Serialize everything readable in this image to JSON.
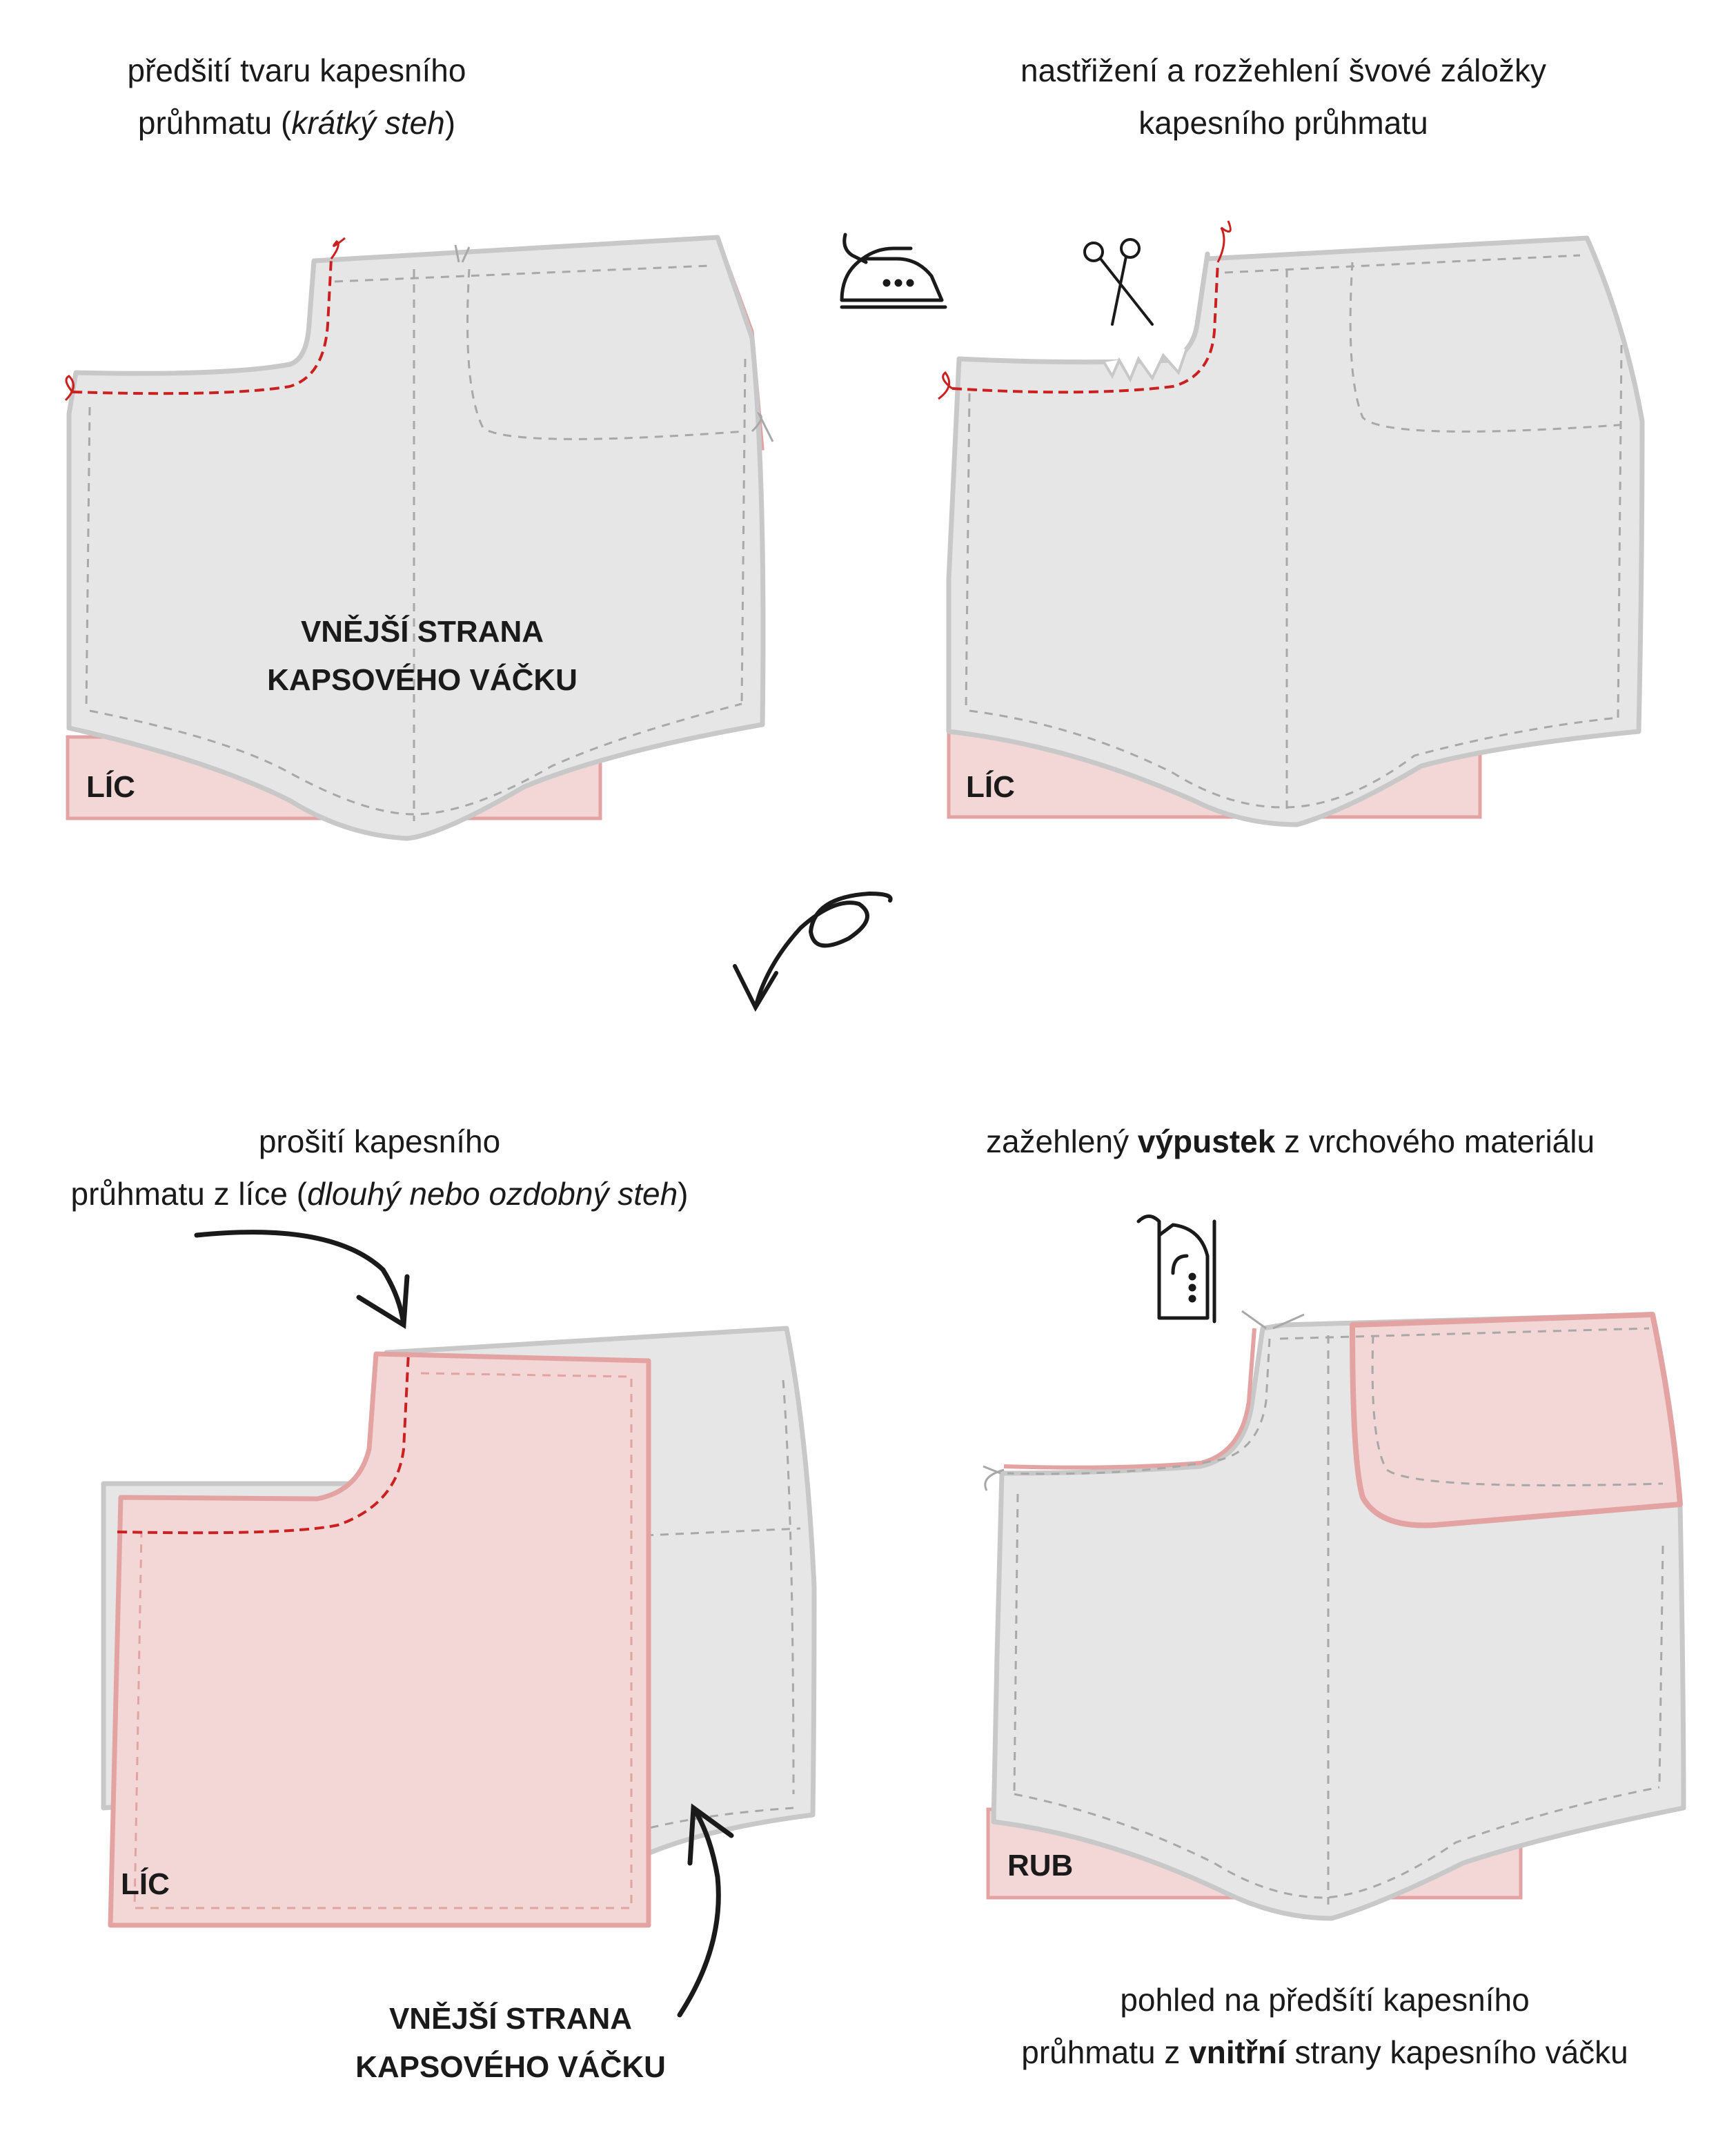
{
  "panels": {
    "top_left": {
      "caption_line1": "předšití tvaru kapesního",
      "caption_line2_pre": "průhmatu (",
      "caption_line2_em": "krátký steh",
      "caption_line2_post": ")",
      "center_label_line1": "VNĚJŠÍ STRANA",
      "center_label_line2": "KAPSOVÉHO VÁČKU",
      "side_label": "LÍC",
      "icon": "iron-icon"
    },
    "top_right": {
      "caption_line1": "nastřižení a rozžehlení švové záložky",
      "caption_line2": "kapesního průhmatu",
      "side_label": "LÍC",
      "icon": "scissors-icon"
    },
    "bottom_left": {
      "caption_line1": "prošití kapesního",
      "caption_line2_pre": "průhmatu z líce (",
      "caption_line2_em": "dlouhý nebo ozdobný steh",
      "caption_line2_post": ")",
      "side_label": "LÍC",
      "bottom_label_line1": "VNĚJŠÍ STRANA",
      "bottom_label_line2": "KAPSOVÉHO VÁČKU"
    },
    "bottom_right": {
      "caption_pre": "zažehlený ",
      "caption_bold": "výpustek",
      "caption_post": " z vrchového materiálu",
      "side_label": "RUB",
      "bottom_caption_line1": "pohled na předšítí kapesního",
      "bottom_caption_line2_pre": "průhmatu z ",
      "bottom_caption_line2_bold": "vnitřní",
      "bottom_caption_line2_post": " strany kapesního váčku",
      "icon": "iron-icon"
    }
  },
  "colors": {
    "fabric_fill": "#e6e6e6",
    "fabric_stroke": "#c8c8c8",
    "pink_fill": "#f3d6d6",
    "pink_stroke": "#e3a3a3",
    "stitch_gray": "#a8a8a8",
    "stitch_red": "#cc1f1f",
    "ink": "#1a1a1a"
  },
  "icons": [
    "iron-icon",
    "scissors-icon",
    "flip-arrow-icon",
    "curved-arrow-icon"
  ]
}
